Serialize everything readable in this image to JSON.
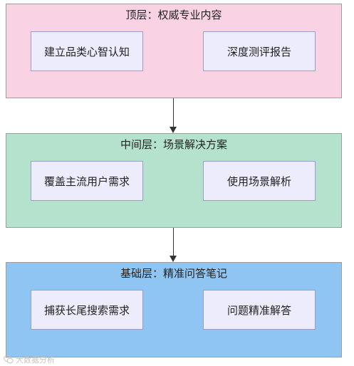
{
  "layers": [
    {
      "title": "顶层：权威专业内容",
      "boxes": [
        "建立品类心智认知",
        "深度测评报告"
      ]
    },
    {
      "title": "中间层：场景解决方案",
      "boxes": [
        "覆盖主流用户需求",
        "使用场景解析"
      ]
    },
    {
      "title": "基础层：精准问答笔记",
      "boxes": [
        "捕获长尾搜索需求",
        "问题精准解答"
      ]
    }
  ],
  "watermark": {
    "text": "大数据分析",
    "icon": "wechat-icon"
  },
  "colors": {
    "top_layer": "#f9d3e3",
    "middle_layer": "#b4e2cc",
    "base_layer": "#8fc5f2",
    "box_fill": "#ececfc",
    "box_border": "#9c9cc8",
    "arrow": "#333333"
  }
}
